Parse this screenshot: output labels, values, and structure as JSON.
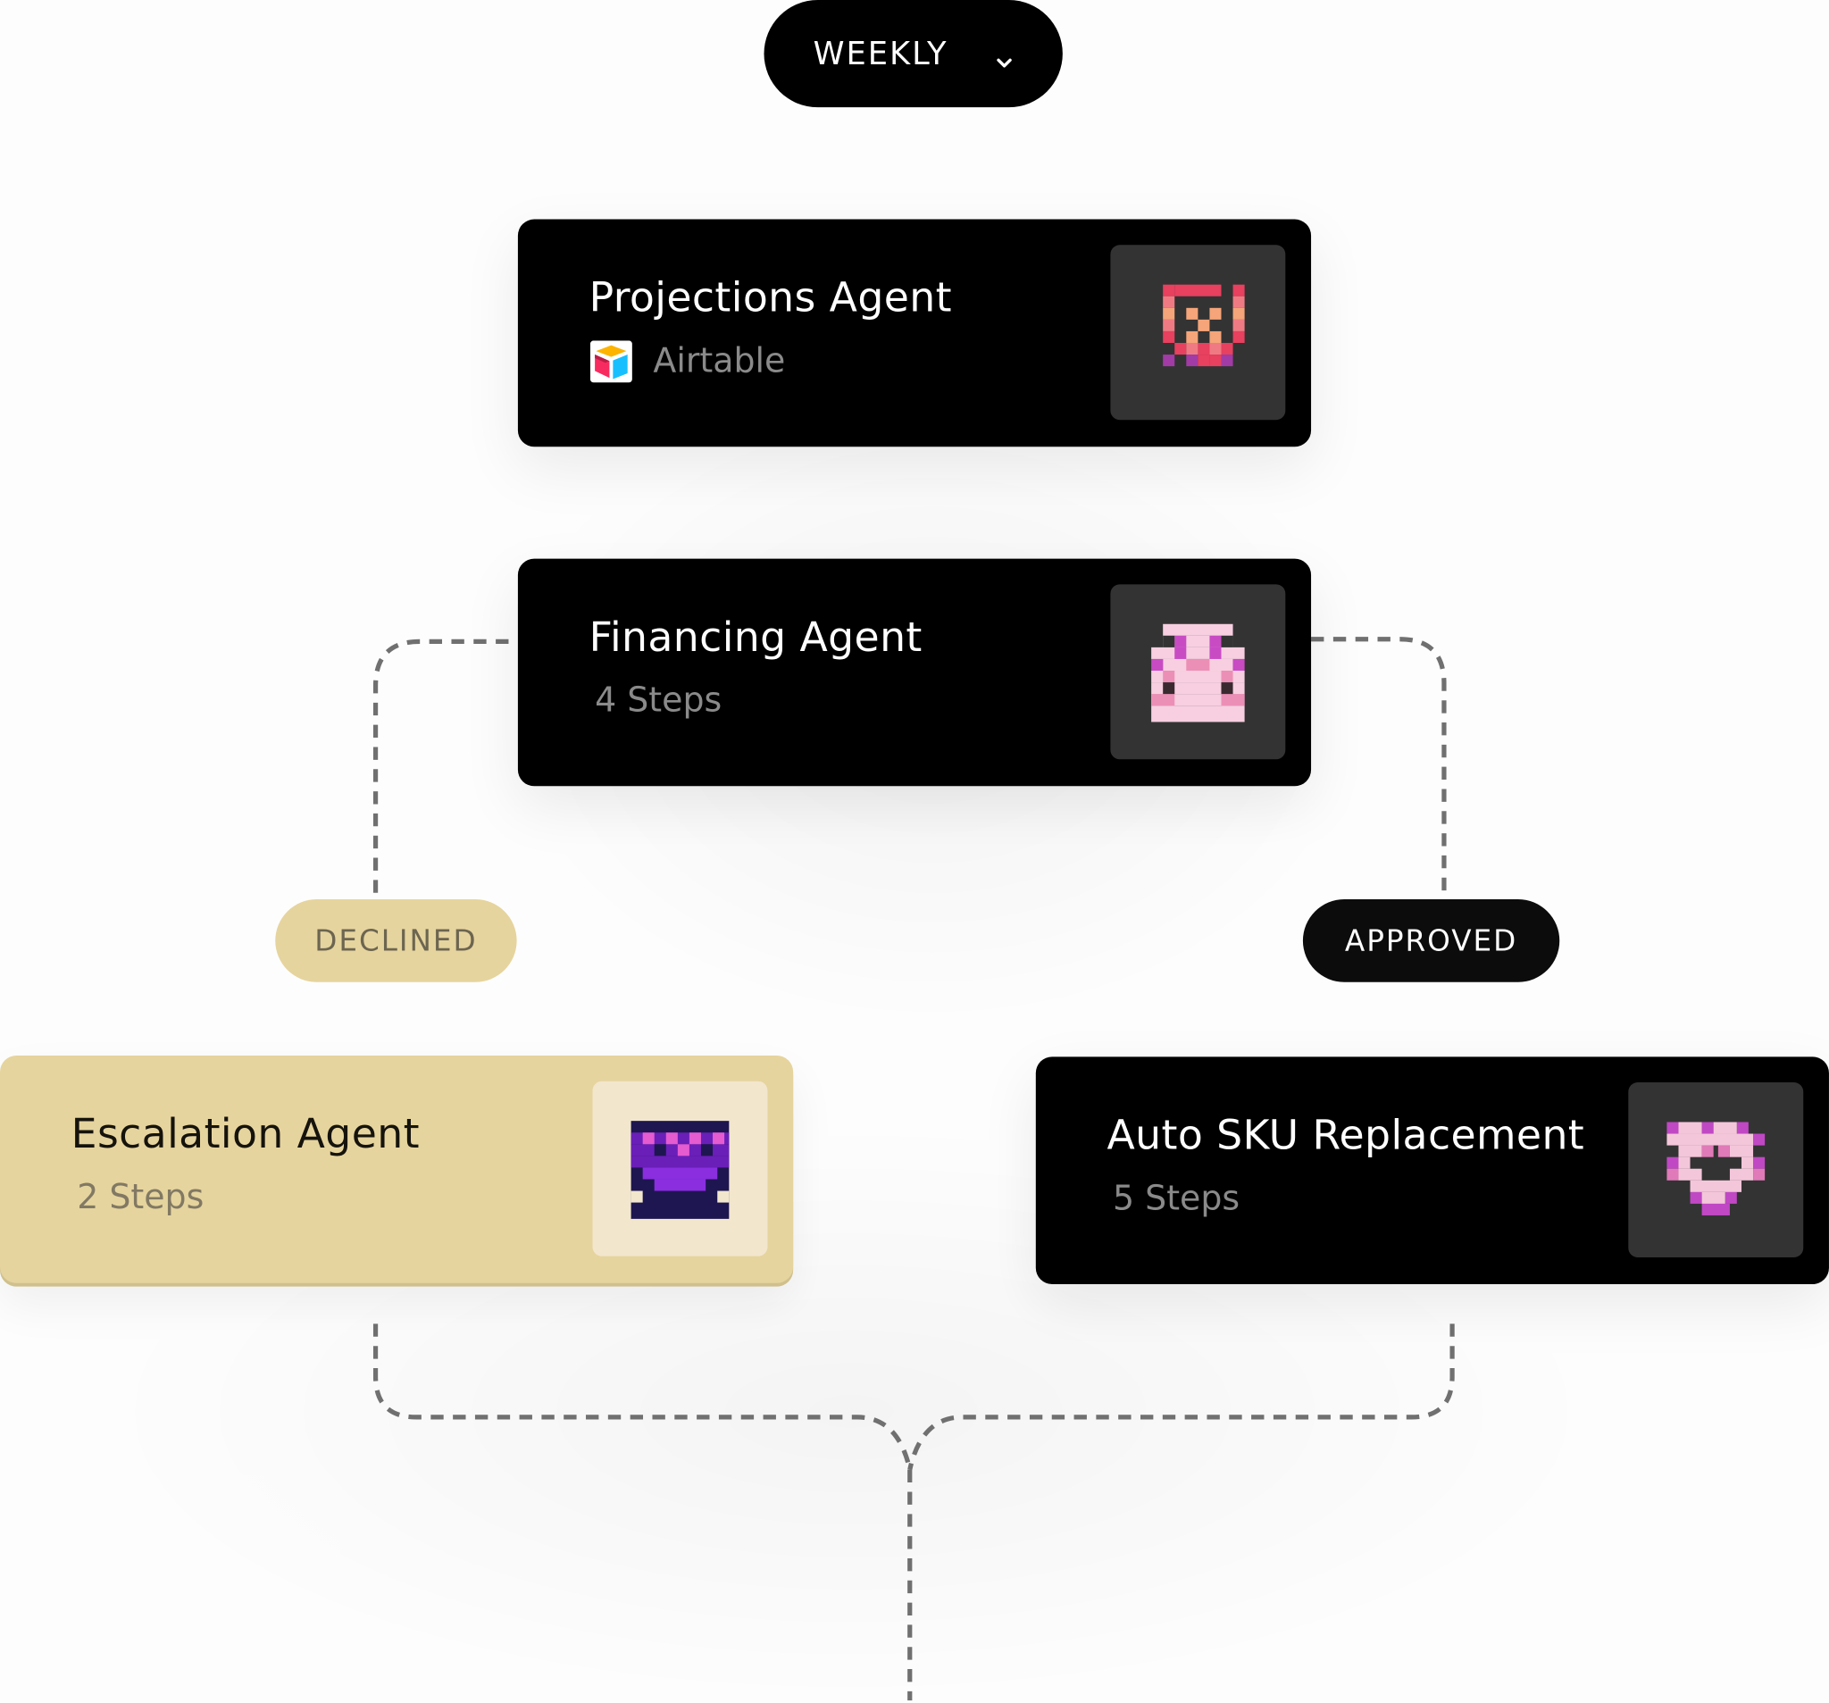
{
  "trigger": {
    "label": "WEEKLY"
  },
  "nodes": {
    "projections": {
      "title": "Projections Agent",
      "integration": "Airtable"
    },
    "financing": {
      "title": "Financing Agent",
      "steps": "4 Steps"
    },
    "escalation": {
      "title": "Escalation Agent",
      "steps": "2 Steps"
    },
    "auto_sku": {
      "title": "Auto SKU Replacement",
      "steps": "5 Steps"
    }
  },
  "branches": {
    "declined": "DECLINED",
    "approved": "APPROVED"
  },
  "colors": {
    "card_dark": "#000000",
    "card_tan": "#e6d49e",
    "avatar_dark": "#333333",
    "avatar_tan": "#f2e6cd",
    "connector": "#707070"
  },
  "icons": {
    "trigger": "chevron-down-icon",
    "integration": "airtable-logo-icon",
    "projections_avatar": "pixel-avatar-icon",
    "financing_avatar": "pixel-avatar-icon",
    "escalation_avatar": "pixel-avatar-icon",
    "auto_sku_avatar": "pixel-avatar-icon"
  }
}
